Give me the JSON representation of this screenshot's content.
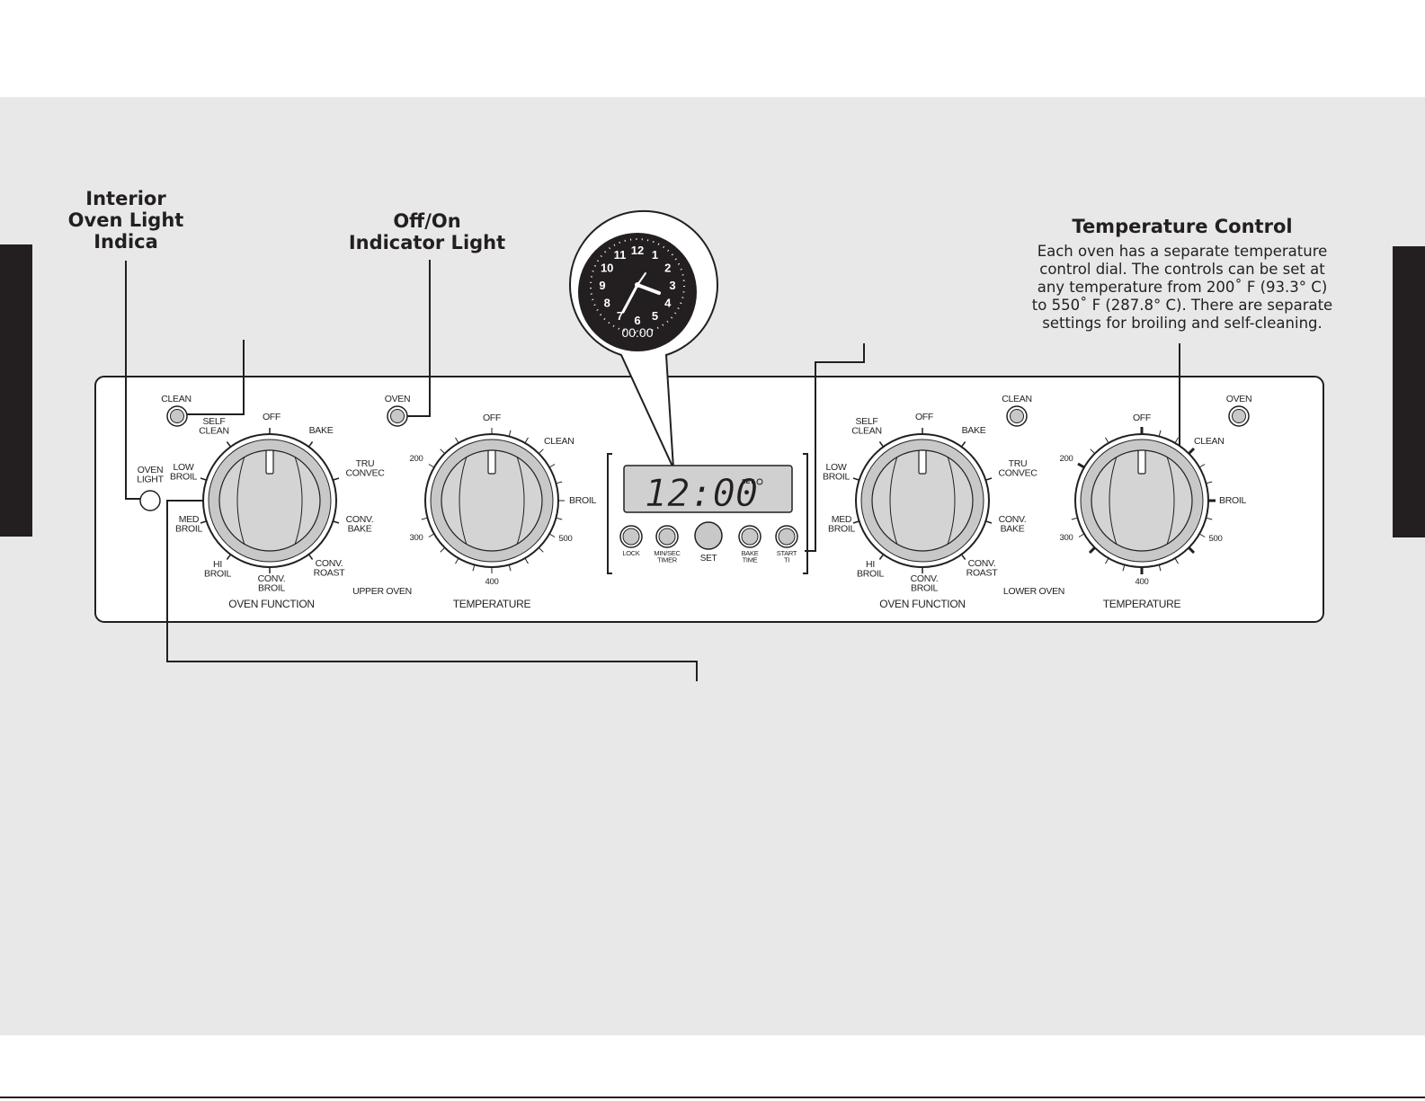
{
  "callouts": {
    "interior_light": {
      "title": "Interior\nOven Light\n Indica"
    },
    "offon_light": {
      "title": "Off/On\nIndicator Light"
    },
    "temp_control": {
      "title": "Temperature Control",
      "body": "Each oven has a separate temperature\ncontrol dial. The controls can be set at\nany temperature from 200˚ F (93.3° C)\nto 550˚ F (287.8° C). There are separate\nsettings for broiling and self-cleaning."
    }
  },
  "clock": {
    "numbers": [
      "12",
      "1",
      "2",
      "3",
      "4",
      "5",
      "6",
      "7",
      "8",
      "9",
      "10",
      "11"
    ],
    "readout": "00:00"
  },
  "panel": {
    "indicators": {
      "clean": "CLEAN",
      "oven": "OVEN",
      "oven_light": "OVEN\nLIGHT"
    },
    "function_labels": {
      "off": "OFF",
      "bake": "BAKE",
      "tru_convec": "TRU\nCONVEC",
      "conv_bake": "CONV.\nBAKE",
      "conv_roast": "CONV.\nROAST",
      "conv_broil": "CONV.\nBROIL",
      "hi_broil": "HI\nBROIL",
      "med_broil": "MED\nBROIL",
      "low_broil": "LOW\nBROIL",
      "self_clean": "SELF\nCLEAN"
    },
    "temperature_labels": {
      "off": "OFF",
      "clean": "CLEAN",
      "broil": "BROIL",
      "t200": "200",
      "t300": "300",
      "t400": "400",
      "t500": "500"
    },
    "section_labels": {
      "oven_function": "OVEN FUNCTION",
      "temperature": "TEMPERATURE",
      "upper_oven": "UPPER OVEN",
      "lower_oven": "LOWER OVEN"
    },
    "display": {
      "time": "12:00",
      "set_indicator": "SET"
    },
    "buttons": {
      "lock": "LOCK",
      "min_sec_timer": "MIN/SEC\nTIMER",
      "set": "SET",
      "bake_time": "BAKE\nTIME",
      "start_time": "START\nTI"
    }
  }
}
